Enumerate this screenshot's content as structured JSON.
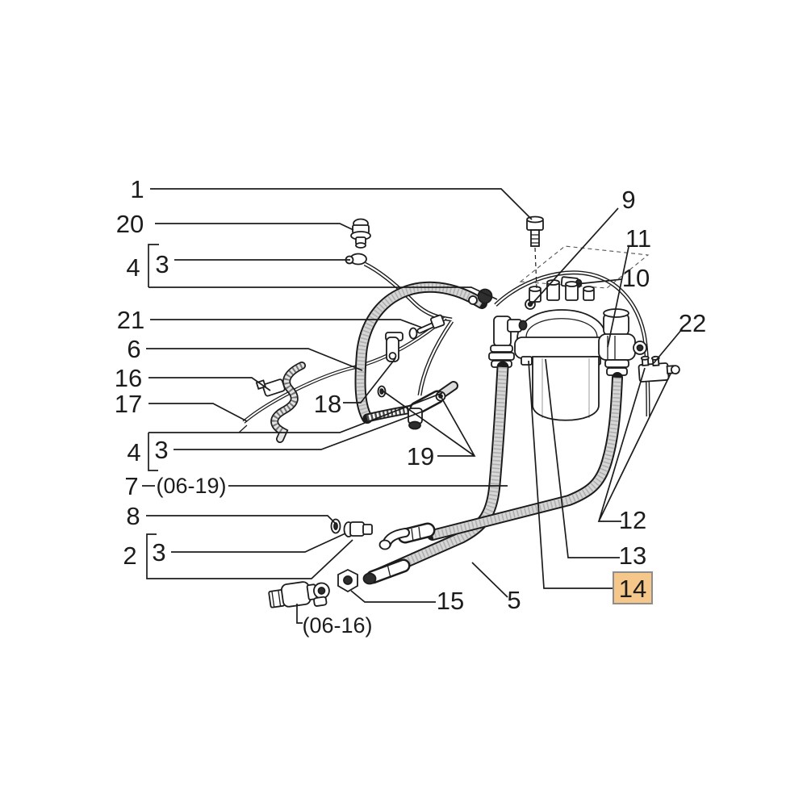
{
  "diagram": {
    "type": "exploded-parts-diagram",
    "subject": "Fuel filter, fuel lines and hoses assembly",
    "background_color": "#ffffff",
    "line_color": "#1c1c1c"
  },
  "highlight": {
    "part": "14",
    "background": "#f6c78b",
    "border": "#8d8d8d",
    "text_color": "#b5905e"
  },
  "callouts": {
    "c1": {
      "label": "1"
    },
    "c2": {
      "label": "2"
    },
    "c3a": {
      "label": "3"
    },
    "c3b": {
      "label": "3"
    },
    "c3c": {
      "label": "3"
    },
    "c4a": {
      "label": "4"
    },
    "c4b": {
      "label": "4"
    },
    "c5": {
      "label": "5"
    },
    "c6": {
      "label": "6"
    },
    "c7": {
      "label": "7"
    },
    "c8": {
      "label": "8"
    },
    "c9": {
      "label": "9"
    },
    "c10": {
      "label": "10"
    },
    "c11": {
      "label": "11"
    },
    "c12": {
      "label": "12"
    },
    "c13": {
      "label": "13"
    },
    "c14": {
      "label": "14",
      "highlighted": true
    },
    "c15": {
      "label": "15"
    },
    "c16": {
      "label": "16"
    },
    "c17": {
      "label": "17"
    },
    "c18": {
      "label": "18"
    },
    "c19": {
      "label": "19"
    },
    "c20": {
      "label": "20"
    },
    "c21": {
      "label": "21"
    },
    "c22": {
      "label": "22"
    }
  },
  "references": {
    "r0619": {
      "label": "(06-19)"
    },
    "r0616": {
      "label": "(06-16)"
    }
  },
  "groups": [
    {
      "group_label": "4",
      "member_label": "3",
      "position": "upper-left"
    },
    {
      "group_label": "4",
      "member_label": "3",
      "position": "middle-left"
    },
    {
      "group_label": "2",
      "member_label": "3",
      "position": "lower-left"
    }
  ]
}
